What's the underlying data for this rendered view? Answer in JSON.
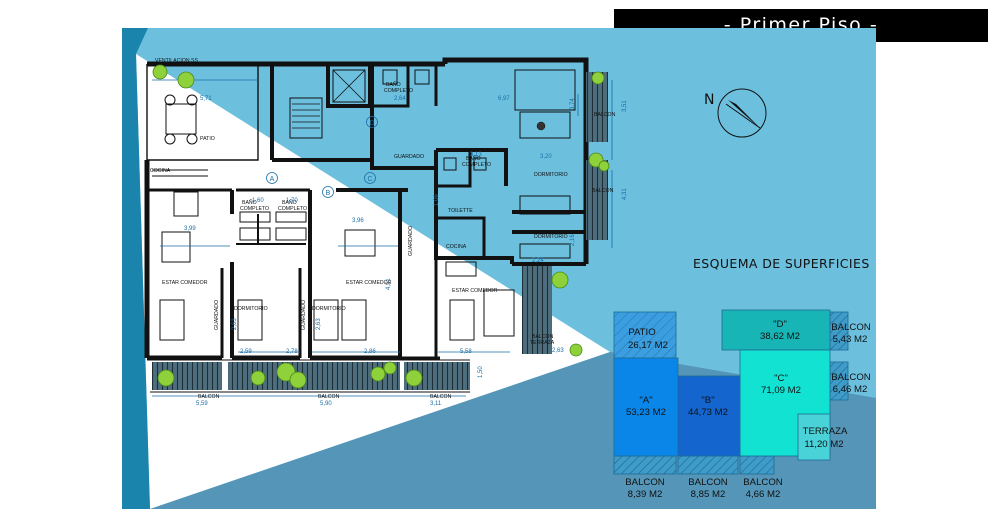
{
  "header": {
    "title": "- Primer Piso -"
  },
  "compass": {
    "label": "N"
  },
  "schema": {
    "title": "ESQUEMA DE SUPERFICIES"
  },
  "colors": {
    "sky": "#6cc0de",
    "dark_triangle": "#5595b7",
    "edge_triangle": "#1b84ad",
    "patio": "#3a9ee0",
    "unit_a": "#0a86e8",
    "unit_b": "#1565cf",
    "unit_c": "#12e2d2",
    "unit_d": "#17b5b5",
    "terraza": "#49d3d9",
    "balcon": "#3f9cc8"
  },
  "areas": {
    "patio": {
      "name": "PATIO",
      "value": "26,17 M2"
    },
    "a": {
      "name": "\"A\"",
      "value": "53,23 M2"
    },
    "b": {
      "name": "\"B\"",
      "value": "44,73 M2"
    },
    "c": {
      "name": "\"C\"",
      "value": "71,09 M2"
    },
    "d": {
      "name": "\"D\"",
      "value": "38,62 M2"
    },
    "terraza": {
      "name": "TERRAZA",
      "value": "11,20 M2"
    },
    "balcon_d": {
      "name": "BALCON",
      "value": "5,43 M2"
    },
    "balcon_c": {
      "name": "BALCON",
      "value": "6,46 M2"
    },
    "balcon_a": {
      "name": "BALCON",
      "value": "8,39 M2"
    },
    "balcon_b": {
      "name": "BALCON",
      "value": "8,85 M2"
    },
    "balcon_c_bottom": {
      "name": "BALCON",
      "value": "4,66 M2"
    }
  },
  "plan": {
    "labels": {
      "ventilacion": "VENTILACION SS",
      "patio": "PATIO",
      "cocina": "COCINA",
      "cocina_c": "COCINA",
      "bano1": "BAÑO",
      "bano1b": "COMPLETO",
      "bano2": "BAÑO",
      "bano2b": "COMPLETO",
      "bano3": "BAÑO",
      "bano3b": "COMPLETO",
      "bano4": "BAÑO",
      "bano4b": "COMPLETO",
      "estar1": "ESTAR COMEDOR",
      "estar2": "ESTAR COMEDOR",
      "estar3": "ESTAR COMEDOR",
      "dorm1": "DORMITORIO",
      "dorm2": "DORMITORIO",
      "dorm3": "DORMITORIO",
      "dorm4": "DORMITORIO",
      "guardado1": "GUARDADO",
      "guardado2": "GUARDADO",
      "guardado3": "GUARDADO",
      "guardado4": "GUARDADO",
      "toilette": "TOILETTE",
      "balcon_bottom1": "BALCON",
      "balcon_bottom2": "BALCON",
      "balcon_bottom3": "BALCON",
      "balcon_terraza1": "BALCON",
      "balcon_terraza2": "TERRAZA",
      "balcon_right1": "BALCON",
      "balcon_right2": "BALCON",
      "unit_a_mark": "A",
      "unit_b_mark": "B",
      "unit_c_mark": "C",
      "unit_d_mark": "D"
    },
    "dims": {
      "d_571": "5,71",
      "d_399": "3,99",
      "d_160": "1,60",
      "d_170": "1,70",
      "d_396": "3,96",
      "d_259": "2,59",
      "d_278": "2,78",
      "d_286": "2,86",
      "d_558": "5,58",
      "d_559": "5,59",
      "d_590": "5,90",
      "d_311": "3,11",
      "d_264": "2,64",
      "d_697": "6,97",
      "d_320": "3,20",
      "d_313": "3,13",
      "d_224": "2,24",
      "d_150": "1,50",
      "d_263a": "2,63",
      "d_263b": "2,63",
      "d_451": "4,51",
      "d_431": "4,31",
      "d_374": "3,74",
      "d_351": "3,51",
      "d_216": "2,16",
      "d_106": "1,06",
      "d_263c": "2,63"
    }
  }
}
